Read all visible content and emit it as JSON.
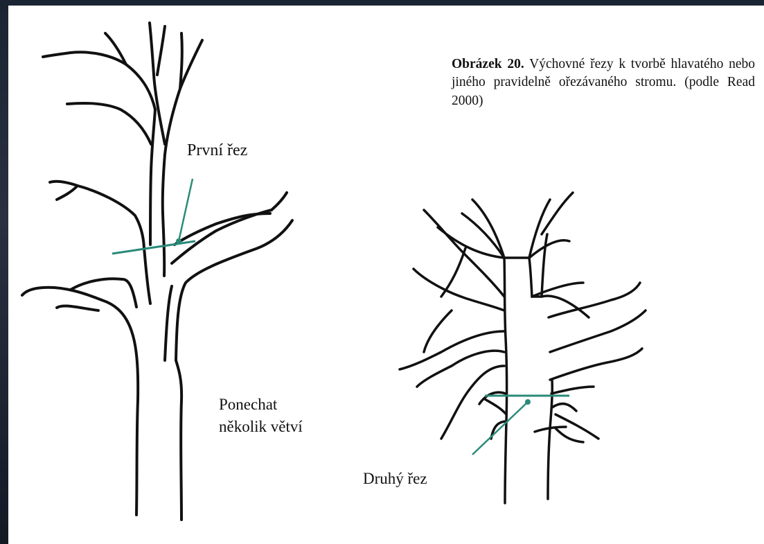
{
  "figure": {
    "caption_label": "Obrázek 20.",
    "caption_text": " Výchovné řezy k tvorbě hlavatého nebo jiného pravidelně ořezávaného stromu. (podle Read 2000)",
    "label_first_cut": "První řez",
    "label_keep_line1": "Ponechat",
    "label_keep_line2": "několik větví",
    "label_second_cut": "Druhý řez"
  },
  "colors": {
    "cut_line": "#2a8a78",
    "ink": "#111111",
    "paper": "#ffffff"
  }
}
